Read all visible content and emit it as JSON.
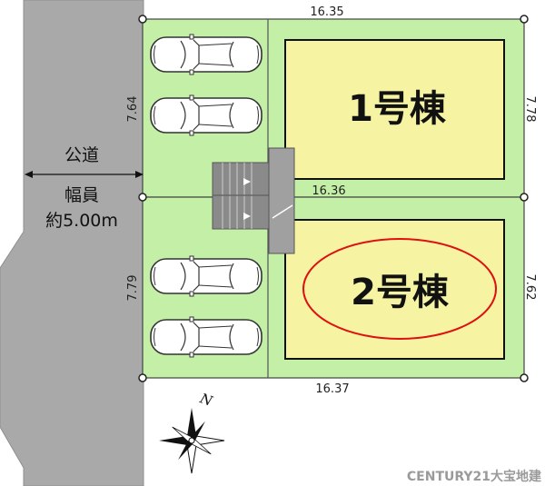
{
  "road": {
    "label": "公道",
    "width_label": "幅員",
    "width_value": "約5.00m"
  },
  "lots": [
    {
      "building_label": "1号棟",
      "highlighted": false
    },
    {
      "building_label": "2号棟",
      "highlighted": true
    }
  ],
  "dimensions": {
    "top": "16.35",
    "middle": "16.36",
    "bottom": "16.37",
    "left_upper": "7.64",
    "left_lower": "7.79",
    "right_upper": "7.78",
    "right_lower": "7.62"
  },
  "compass": {
    "label": "N"
  },
  "brand": {
    "text": "CENTURY21大宝地建"
  },
  "colors": {
    "road": "#a9a9a9",
    "lot": "#c3f0a6",
    "building": "#f6f3a2",
    "highlight_ellipse": "#dd1111",
    "stairs": "#8a8a8a"
  },
  "icons": [
    "car-icon",
    "compass-icon",
    "stairs-icon",
    "boundary-marker-icon"
  ]
}
